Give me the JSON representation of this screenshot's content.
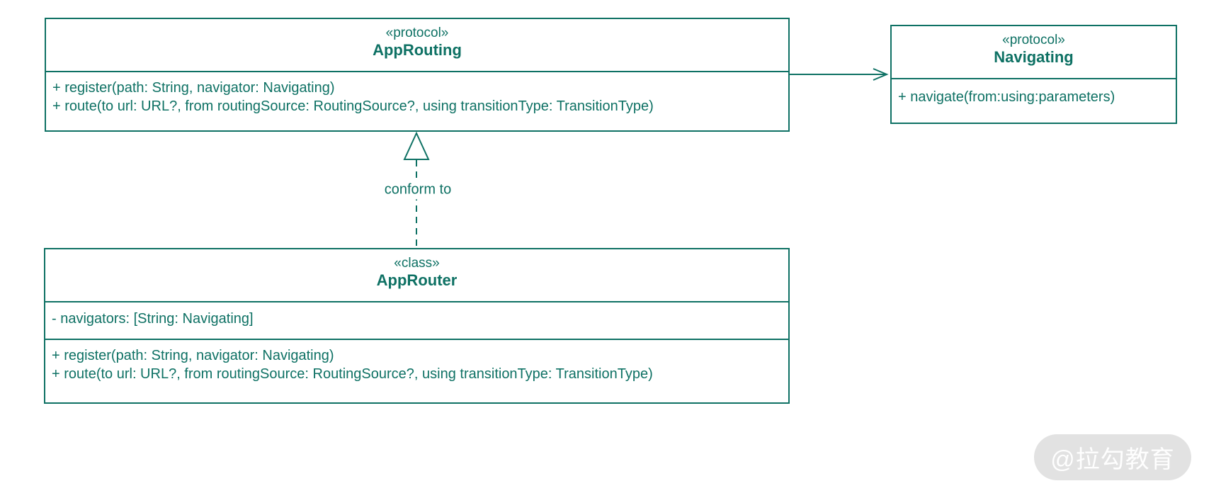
{
  "diagram": {
    "colors": {
      "accent": "#0e7164",
      "watermark_bg": "#e2e2e2",
      "watermark_fg": "rgba(255,255,255,0.95)"
    },
    "app_routing": {
      "stereotype": "«protocol»",
      "name": "AppRouting",
      "methods": [
        "+ register(path: String, navigator: Navigating)",
        "+ route(to url: URL?, from routingSource: RoutingSource?, using transitionType: TransitionType)"
      ]
    },
    "navigating": {
      "stereotype": "«protocol»",
      "name": "Navigating",
      "methods": [
        "+ navigate(from:using:parameters)"
      ]
    },
    "app_router": {
      "stereotype": "«class»",
      "name": "AppRouter",
      "attributes": [
        "- navigators: [String: Navigating]"
      ],
      "methods": [
        "+ register(path: String, navigator: Navigating)",
        "+ route(to url: URL?, from routingSource: RoutingSource?, using transitionType: TransitionType)"
      ]
    },
    "relationships": [
      {
        "from": "AppRouting",
        "to": "Navigating",
        "type": "association",
        "label": ""
      },
      {
        "from": "AppRouter",
        "to": "AppRouting",
        "type": "realization",
        "label": "conform to"
      }
    ],
    "conform_label": "conform to",
    "watermark": {
      "text": "@拉勾教育"
    }
  }
}
